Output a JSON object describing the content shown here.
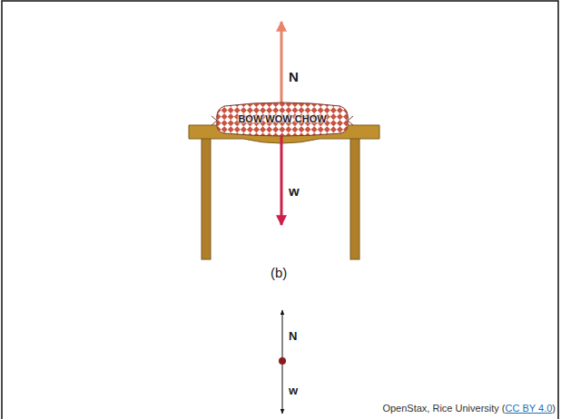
{
  "diagram": {
    "nodes": [
      {
        "text": [
          "BOW WOW CHOW"
        ]
      }
    ],
    "labels": [
      "N",
      "w",
      "(b)",
      "N",
      "w",
      "OpenStax, Rice University (",
      "CC BY 4.0",
      ")"
    ]
  }
}
